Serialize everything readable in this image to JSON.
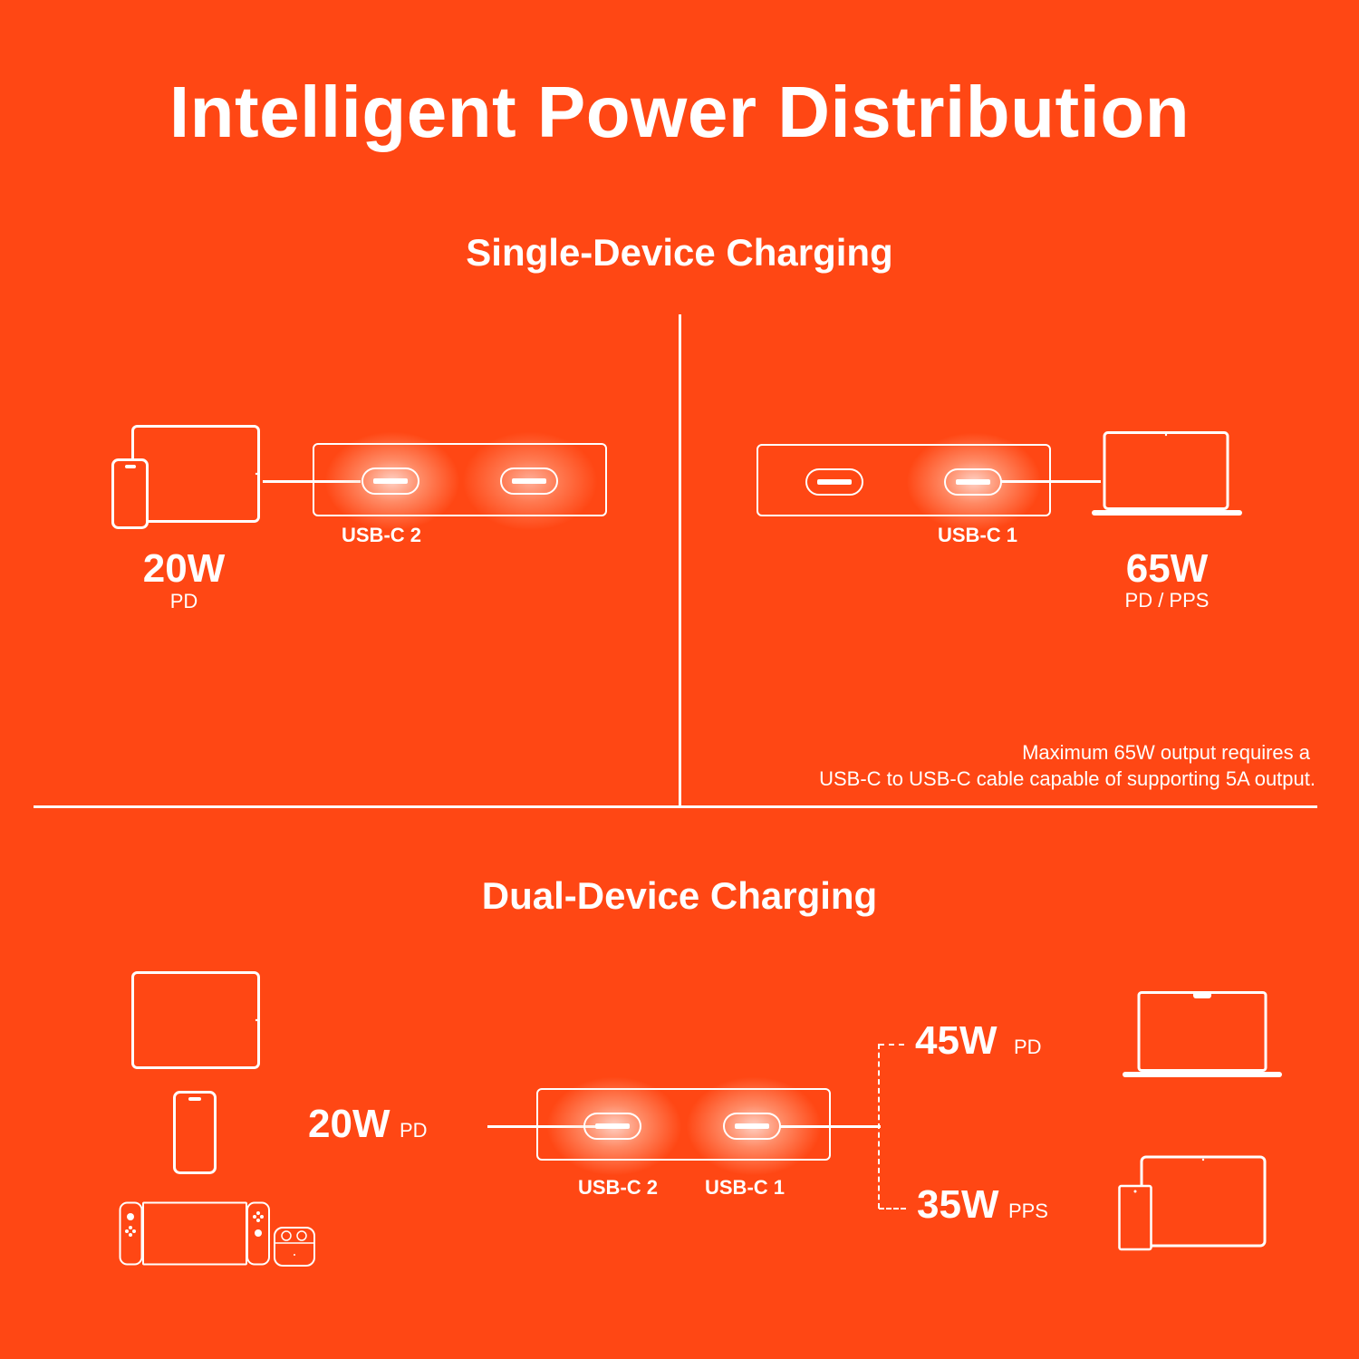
{
  "title": "Intelligent Power Distribution",
  "colors": {
    "background": "#FF4714",
    "foreground": "#FFFFFF"
  },
  "single": {
    "heading": "Single-Device Charging",
    "left": {
      "port_label": "USB-C 2",
      "watt": "20W",
      "protocol": "PD",
      "devices": [
        "tablet-icon",
        "phone-icon"
      ]
    },
    "right": {
      "port_label": "USB-C 1",
      "watt": "65W",
      "protocol": "PD / PPS",
      "devices": [
        "laptop-icon"
      ]
    },
    "note_line1": "Maximum 65W output requires a",
    "note_line2": "USB-C to USB-C cable capable of supporting 5A output."
  },
  "dual": {
    "heading": "Dual-Device Charging",
    "left_watt": "20W",
    "left_protocol": "PD",
    "port2_label": "USB-C 2",
    "port1_label": "USB-C 1",
    "out_top_watt": "45W",
    "out_top_protocol": "PD",
    "out_bottom_watt": "35W",
    "out_bottom_protocol": "PPS",
    "left_devices": [
      "tablet-icon",
      "phone-icon",
      "game-console-icon",
      "earbuds-icon"
    ],
    "right_devices": [
      "laptop-icon",
      "tablet-phone-icon"
    ]
  }
}
